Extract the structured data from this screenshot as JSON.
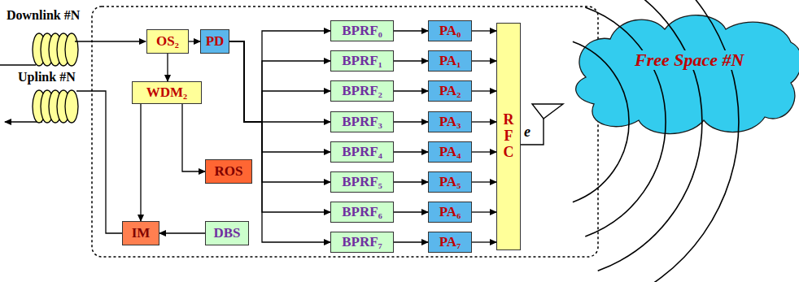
{
  "diagram": {
    "nodes": [
      {
        "text": [
          "OS₂"
        ]
      },
      {
        "text": [
          "PD"
        ]
      },
      {
        "text": [
          "WDM₂"
        ]
      },
      {
        "text": [
          "ROS"
        ]
      },
      {
        "text": [
          "IM"
        ]
      },
      {
        "text": [
          "DBS"
        ]
      },
      {
        "text": [
          "BPRF₀"
        ]
      },
      {
        "text": [
          "BPRF₁"
        ]
      },
      {
        "text": [
          "BPRF₂"
        ]
      },
      {
        "text": [
          "BPRF₃"
        ]
      },
      {
        "text": [
          "BPRF₄"
        ]
      },
      {
        "text": [
          "BPRF₅"
        ]
      },
      {
        "text": [
          "BPRF₆"
        ]
      },
      {
        "text": [
          "BPRF₇"
        ]
      },
      {
        "text": [
          "PA₀"
        ]
      },
      {
        "text": [
          "PA₁"
        ]
      },
      {
        "text": [
          "PA₂"
        ]
      },
      {
        "text": [
          "PA₃"
        ]
      },
      {
        "text": [
          "PA₄"
        ]
      },
      {
        "text": [
          "PA₅"
        ]
      },
      {
        "text": [
          "PA₆"
        ]
      },
      {
        "text": [
          "PA₇"
        ]
      },
      {
        "text": [
          "RFC"
        ]
      },
      {
        "text": [
          "Free Space #N"
        ]
      }
    ],
    "edges": [
      {
        "from": 0,
        "to": 1,
        "arrow": "to"
      },
      {
        "from": 0,
        "to": 2,
        "arrow": "to"
      },
      {
        "from": 2,
        "to": 3,
        "arrow": "to"
      },
      {
        "from": 2,
        "to": 4,
        "arrow": "to"
      },
      {
        "from": 5,
        "to": 4,
        "arrow": "to"
      },
      {
        "from": 1,
        "to": 6,
        "arrow": "to"
      },
      {
        "from": 1,
        "to": 7,
        "arrow": "to"
      },
      {
        "from": 1,
        "to": 8,
        "arrow": "to"
      },
      {
        "from": 1,
        "to": 9,
        "arrow": "to"
      },
      {
        "from": 1,
        "to": 10,
        "arrow": "to"
      },
      {
        "from": 1,
        "to": 11,
        "arrow": "to"
      },
      {
        "from": 1,
        "to": 12,
        "arrow": "to"
      },
      {
        "from": 1,
        "to": 13,
        "arrow": "to"
      },
      {
        "from": 6,
        "to": 14,
        "arrow": "to"
      },
      {
        "from": 7,
        "to": 15,
        "arrow": "to"
      },
      {
        "from": 8,
        "to": 16,
        "arrow": "to"
      },
      {
        "from": 9,
        "to": 17,
        "arrow": "to"
      },
      {
        "from": 10,
        "to": 18,
        "arrow": "to"
      },
      {
        "from": 11,
        "to": 19,
        "arrow": "to"
      },
      {
        "from": 12,
        "to": 20,
        "arrow": "to"
      },
      {
        "from": 13,
        "to": 21,
        "arrow": "to"
      },
      {
        "from": 14,
        "to": 22,
        "arrow": "to"
      },
      {
        "from": 15,
        "to": 22,
        "arrow": "to"
      },
      {
        "from": 16,
        "to": 22,
        "arrow": "to"
      },
      {
        "from": 17,
        "to": 22,
        "arrow": "to"
      },
      {
        "from": 18,
        "to": 22,
        "arrow": "to"
      },
      {
        "from": 19,
        "to": 22,
        "arrow": "to"
      },
      {
        "from": 20,
        "to": 22,
        "arrow": "to"
      },
      {
        "from": 21,
        "to": 22,
        "arrow": "to"
      }
    ],
    "labels": [
      "Downlink #N",
      "Uplink #N",
      "e"
    ]
  }
}
